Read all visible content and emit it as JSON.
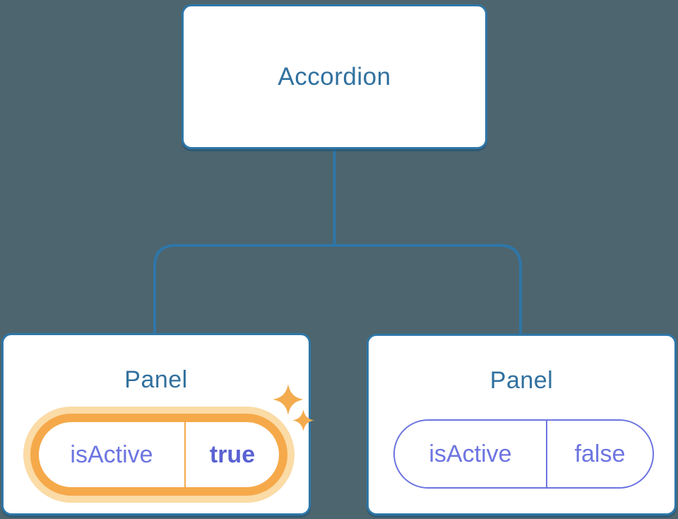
{
  "diagram": {
    "root": {
      "label": "Accordion"
    },
    "panels": [
      {
        "title": "Panel",
        "state": {
          "name": "isActive",
          "value": "true"
        },
        "highlighted": true
      },
      {
        "title": "Panel",
        "state": {
          "name": "isActive",
          "value": "false"
        },
        "highlighted": false
      }
    ],
    "colors": {
      "background": "#4d656e",
      "component_border": "#2e76a8",
      "component_label": "#31719f",
      "connector_line": "#2e76a8",
      "state_text": "#6c74e0",
      "state_value_active": "#5a62d2",
      "highlight_ring": "#f5a94a",
      "highlight_glow": "#fbdba6",
      "sparkle": "#f3ab4e"
    }
  }
}
